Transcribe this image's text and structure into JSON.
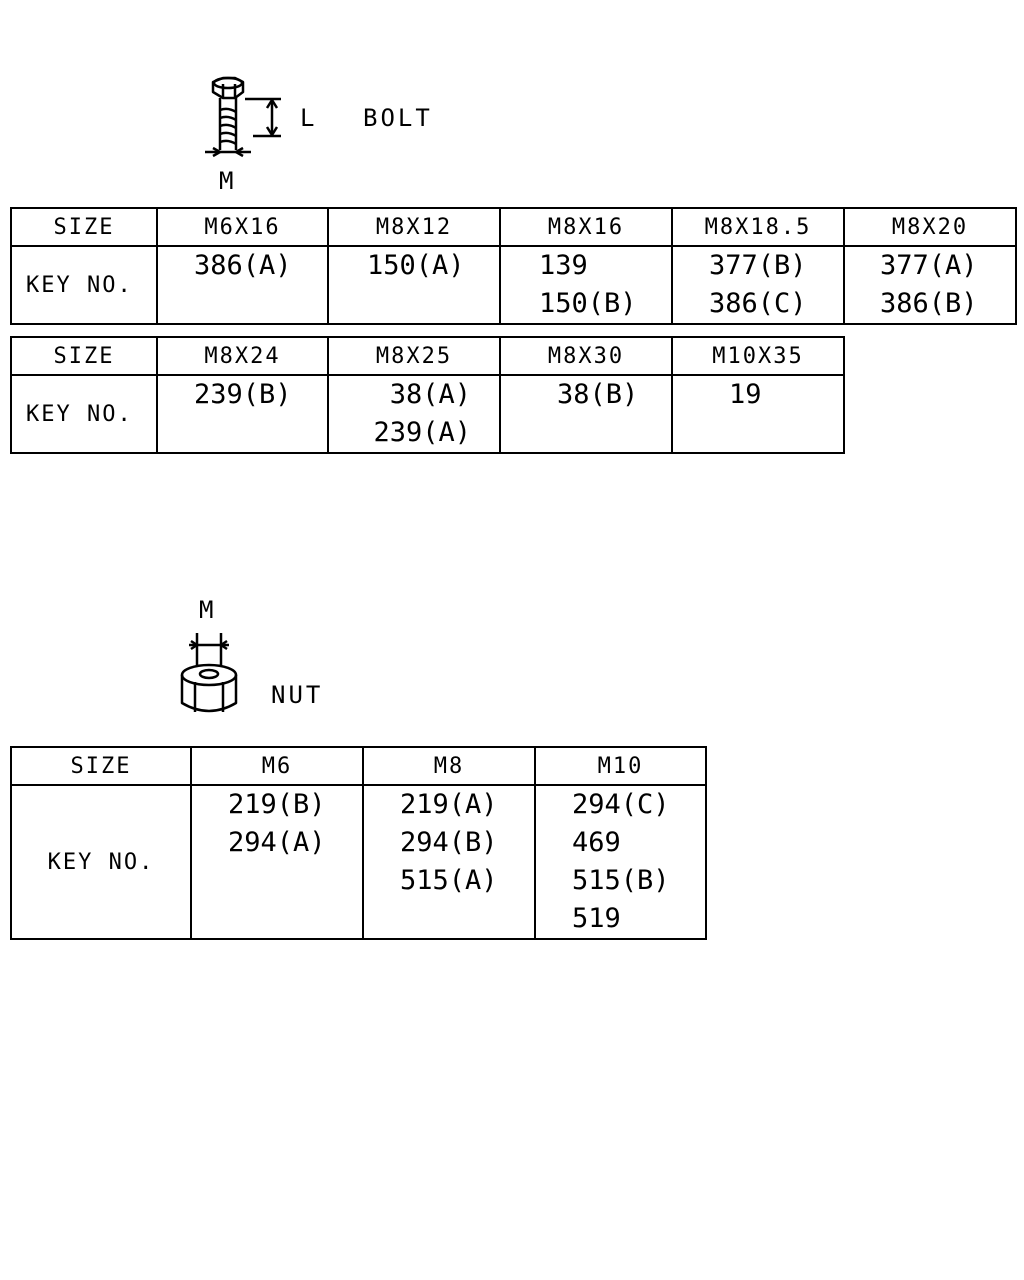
{
  "bolt": {
    "name": "BOLT",
    "dim_length": "L",
    "dim_diameter": "M",
    "table1": {
      "size_label": "SIZE",
      "key_label": "KEY NO.",
      "sizes": [
        "M6X16",
        "M8X12",
        "M8X16",
        "M8X18.5",
        "M8X20"
      ],
      "keys": [
        [
          "386(A)"
        ],
        [
          "150(A)"
        ],
        [
          "139",
          "150(B)"
        ],
        [
          "377(B)",
          "386(C)"
        ],
        [
          "377(A)",
          "386(B)"
        ]
      ]
    },
    "table2": {
      "size_label": "SIZE",
      "key_label": "KEY NO.",
      "sizes": [
        "M8X24",
        "M8X25",
        "M8X30",
        "M10X35"
      ],
      "keys": [
        [
          "239(B)"
        ],
        [
          "38(A)",
          "239(A)"
        ],
        [
          "38(B)"
        ],
        [
          "19"
        ]
      ]
    }
  },
  "nut": {
    "name": "NUT",
    "dim_diameter": "M",
    "table": {
      "size_label": "SIZE",
      "key_label": "KEY NO.",
      "sizes": [
        "M6",
        "M8",
        "M10"
      ],
      "keys": [
        [
          "219(B)",
          "294(A)"
        ],
        [
          "219(A)",
          "294(B)",
          "515(A)"
        ],
        [
          "294(C)",
          "469",
          "515(B)",
          "519"
        ]
      ]
    }
  }
}
